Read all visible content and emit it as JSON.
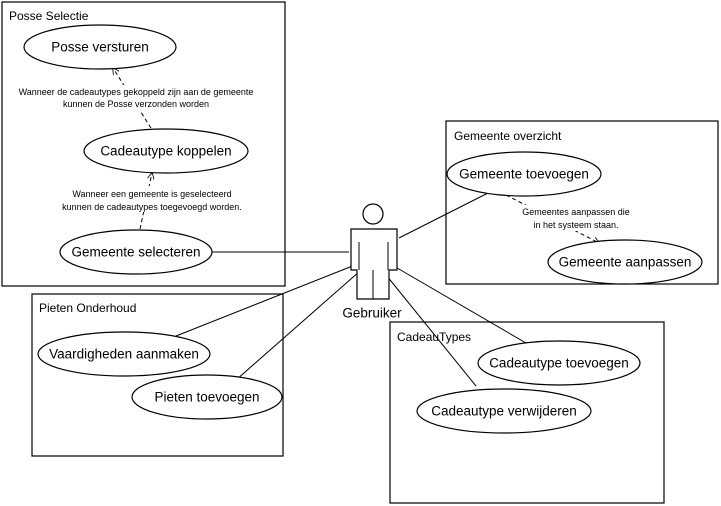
{
  "actor": {
    "label": "Gebruiker"
  },
  "systems": {
    "posse": {
      "title": "Posse Selectie",
      "uc_versturen": "Posse versturen",
      "uc_koppelen": "Cadeautype koppelen",
      "uc_selecteren": "Gemeente selecteren",
      "note_1_line1": "Wanneer de cadeautypes gekoppeld zijn aan de gemeente",
      "note_1_line2": "kunnen de Posse verzonden worden",
      "note_2_line1": "Wanneer een gemeente is geselecteerd",
      "note_2_line2": "kunnen de cadeautypes toegevoegd worden."
    },
    "gemeente": {
      "title": "Gemeente overzicht",
      "uc_toevoegen": "Gemeente toevoegen",
      "uc_aanpassen": "Gemeente aanpassen",
      "note_line1": "Gemeentes aanpassen die",
      "note_line2": "in het systeem staan."
    },
    "pieten": {
      "title": "Pieten Onderhoud",
      "uc_vaardigheden": "Vaardigheden aanmaken",
      "uc_pieten": "Pieten toevoegen"
    },
    "cadeau": {
      "title": "CadeauTypes",
      "uc_toevoegen": "Cadeautype toevoegen",
      "uc_verwijderen": "Cadeautype verwijderen"
    }
  }
}
